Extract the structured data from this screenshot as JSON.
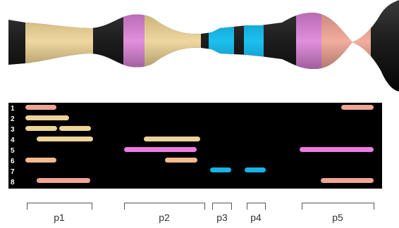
{
  "row_labels": [
    "1",
    "2",
    "3",
    "4",
    "5",
    "6",
    "7",
    "8"
  ],
  "partitions": [
    "p1",
    "p2",
    "p3",
    "p4",
    "p5"
  ],
  "colors": {
    "background": "#000000",
    "salmon": "#f1a596",
    "tan": "#ecd397",
    "peach": "#f4bb8f",
    "magenta": "#ec7cdf",
    "pink": "#dc8bd8",
    "cyan": "#18b3e4",
    "cyan_dark": "#0f95c3",
    "bracket": "#555555"
  }
}
